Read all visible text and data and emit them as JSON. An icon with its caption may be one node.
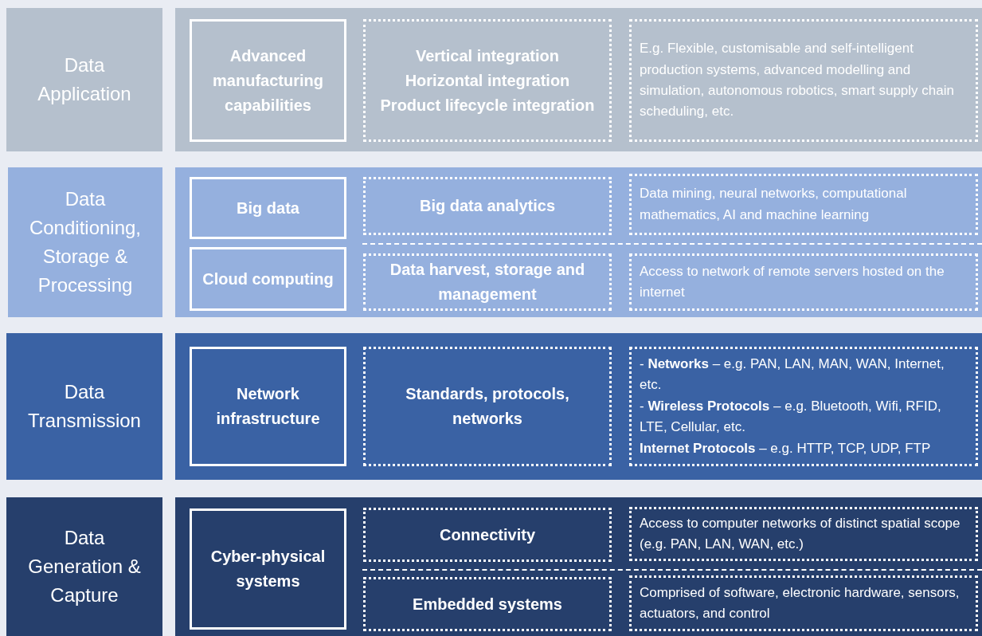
{
  "diagram": {
    "nodes": [
      {
        "text": [
          "Data Application"
        ]
      },
      {
        "text": [],
        "shape": "box"
      },
      {
        "text": [
          "Advanced manufacturing capabilities"
        ],
        "in": 1
      },
      {
        "text": [
          "Vertical integration",
          "Horizontal integration",
          "Product lifecycle integration"
        ],
        "in": 1
      },
      {
        "text": [
          "E.g. Flexible, customisable and self-intelligent production systems, advanced modelling and simulation, autonomous robotics, smart supply chain scheduling, etc."
        ],
        "in": 1
      },
      {
        "text": [
          "Data Conditioning, Storage & Processing"
        ]
      },
      {
        "text": [],
        "shape": "box"
      },
      {
        "text": [
          "Big data"
        ],
        "in": 6
      },
      {
        "text": [
          "Big data analytics"
        ],
        "in": 6
      },
      {
        "text": [
          "Data mining, neural networks, computational mathematics, AI and machine learning"
        ],
        "in": 6
      },
      {
        "text": [
          "Cloud computing"
        ],
        "in": 6
      },
      {
        "text": [
          "Data harvest, storage and management"
        ],
        "in": 6
      },
      {
        "text": [
          "Access to network of remote servers hosted on the internet"
        ],
        "in": 6
      },
      {
        "text": [
          "Data Transmission"
        ]
      },
      {
        "text": [],
        "shape": "box"
      },
      {
        "text": [
          "Network infrastructure"
        ],
        "in": 14
      },
      {
        "text": [
          "Standards, protocols, networks"
        ],
        "in": 14
      },
      {
        "text": [
          "- **Networks** – e.g. PAN, LAN, MAN, WAN, Internet, etc.",
          "- **Wireless Protocols** – e.g. Bluetooth, Wifi, RFID, LTE, Cellular, etc.",
          "**Internet Protocols** – e.g. HTTP, TCP, UDP, FTP"
        ],
        "in": 14
      },
      {
        "text": [
          "Data Generation & Capture"
        ]
      },
      {
        "text": [],
        "shape": "box"
      },
      {
        "text": [
          "Cyber-physical systems"
        ],
        "in": 19
      },
      {
        "text": [
          "Connectivity"
        ],
        "in": 19
      },
      {
        "text": [
          "Access to computer networks of distinct spatial scope (e.g. PAN, LAN, WAN, etc.)"
        ],
        "in": 19
      },
      {
        "text": [
          "Embedded systems"
        ],
        "in": 19
      },
      {
        "text": [
          "Comprised of software, electronic hardware, sensors, actuators, and control"
        ],
        "in": 19
      }
    ]
  }
}
